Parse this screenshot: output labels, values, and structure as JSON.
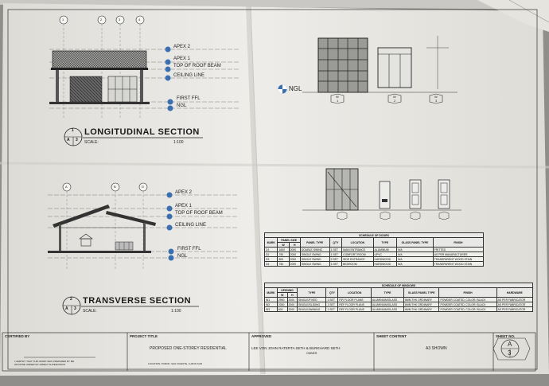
{
  "upper_section": {
    "number": "1",
    "sheet": "3",
    "title": "LONGITUDINAL SECTION",
    "scale_label": "SCALE:",
    "scale_value": "1:100",
    "levels": [
      "APEX 2",
      "APEX 1",
      "TOP OF ROOF BEAM",
      "CEILING LINE",
      "FIRST FFL",
      "NGL"
    ],
    "grid_markers": [
      "1",
      "2",
      "3",
      "4"
    ]
  },
  "lower_section": {
    "number": "2",
    "sheet": "3",
    "title": "TRANSVERSE SECTION",
    "scale_label": "SCALE:",
    "scale_value": "1:100",
    "levels": [
      "APEX 2",
      "APEX 1",
      "TOP OF ROOF BEAM",
      "CEILING LINE",
      "FIRST FFL",
      "NGL"
    ],
    "grid_markers": [
      "A",
      "B",
      "D"
    ]
  },
  "elevations": {
    "ngl": "NGL",
    "window_tags": [
      {
        "top": "W",
        "bottom": "1"
      },
      {
        "top": "W",
        "bottom": "2"
      },
      {
        "top": "W",
        "bottom": "3"
      }
    ]
  },
  "doors_schedule": {
    "title": "SCHEDULE OF DOORS",
    "headers": [
      "MARK",
      "PANEL SIZE",
      "PANEL TYPE",
      "QTY",
      "LOCATION",
      "TYPE",
      "GLASS PANEL TYPE",
      "FINISH"
    ],
    "subheaders": [
      "W",
      "H"
    ],
    "rows": [
      [
        "D1",
        "1600",
        "2000",
        "DOUBLE SWING",
        "1 SET",
        "MAIN ENTRANCE",
        "ALUMINUM",
        "N/A",
        "FRITTED"
      ],
      [
        "D2",
        "750",
        "2000",
        "SINGLE SWING",
        "1 SET",
        "COMFORT ROOM",
        "UPVC",
        "N/A",
        "AS PER MANUFACTURER"
      ],
      [
        "D3",
        "800",
        "2000",
        "SINGLE SWING",
        "2 SET",
        "SIDE ENTRANCE",
        "HARDWOOD",
        "N/A",
        "TRANSPARENT WOOD STAIN"
      ],
      [
        "D4",
        "750",
        "2000",
        "SINGLE SWING",
        "1 SET",
        "BEDROOM",
        "HARDWOOD",
        "N/A",
        "TRANSPARENT WOOD STAIN"
      ]
    ]
  },
  "windows_schedule": {
    "title": "SCHEDULE OF WINDOWS",
    "headers": [
      "MARK",
      "OPENING",
      "TYPE",
      "QTY",
      "LOCATION",
      "TYPE",
      "GLASS PANEL TYPE",
      "FINISH",
      "HARDWARE"
    ],
    "subheaders": [
      "W",
      "H"
    ],
    "rows": [
      [
        "W1",
        "2900",
        "2000",
        "SINGLE/FIXED",
        "1 SET",
        "FIR FLOOR PLANS",
        "ALUMINIUM/GLASS",
        "6MM THK ORDINARY",
        "POWDER COATED, COLOR: BLACK",
        "AS PER FABRICATOR"
      ],
      [
        "W2",
        "2000",
        "2000",
        "SINGLE/SLIDING",
        "1 SET",
        "REF FLOOR PLANS",
        "ALUMINIUM/GLASS",
        "6MM THK ORDINARY",
        "POWDER COATED, COLOR: BLACK",
        "AS PER FABRICATOR"
      ],
      [
        "W3",
        "600",
        "2000",
        "SINGLE/AWNING",
        "1 SET",
        "REF FLOOR PLANS",
        "ALUMINIUM/GLASS",
        "6MM THK ORDINARY",
        "POWDER COATED, COLOR: BLACK",
        "AS PER FABRICATOR"
      ]
    ]
  },
  "title_block": {
    "certified_by_label": "CERTIFIED BY",
    "project_title_label": "PROJECT TITLE",
    "project_title": "PROPOSED ONE-STOREY RESIDENTIAL",
    "approved_label": "APPROVED",
    "owner": "LEE VON JOHN RATERTA SETH & BURKHARD SETH",
    "owner_role": "OWNER",
    "sheet_content_label": "SHEET CONTENT",
    "sheet_content": "A3 SHOWN",
    "sheet_no_label": "SHEET NO.",
    "sheet_letter": "A",
    "sheet_number": "3",
    "location": "LOCATION: PUROK, SAN VICENTE, LUZON SUR",
    "cert_note_1": "I CERTIFY THAT THIS WORK WAS PREPARED BY ME",
    "cert_note_2": "OR DONE UNDER MY DIRECT SUPERVISION"
  }
}
